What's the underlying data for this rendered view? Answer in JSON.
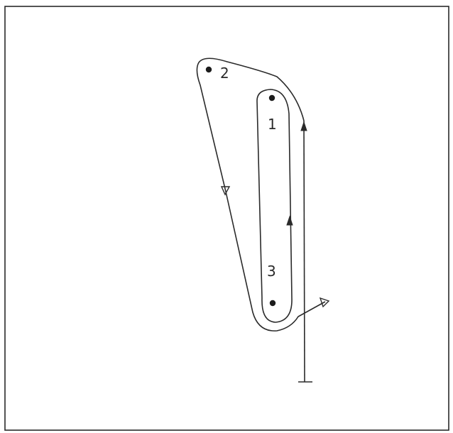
{
  "diagram": {
    "points": [
      {
        "id": "p1",
        "label": "1"
      },
      {
        "id": "p2",
        "label": "2"
      },
      {
        "id": "p3",
        "label": "3"
      }
    ]
  }
}
